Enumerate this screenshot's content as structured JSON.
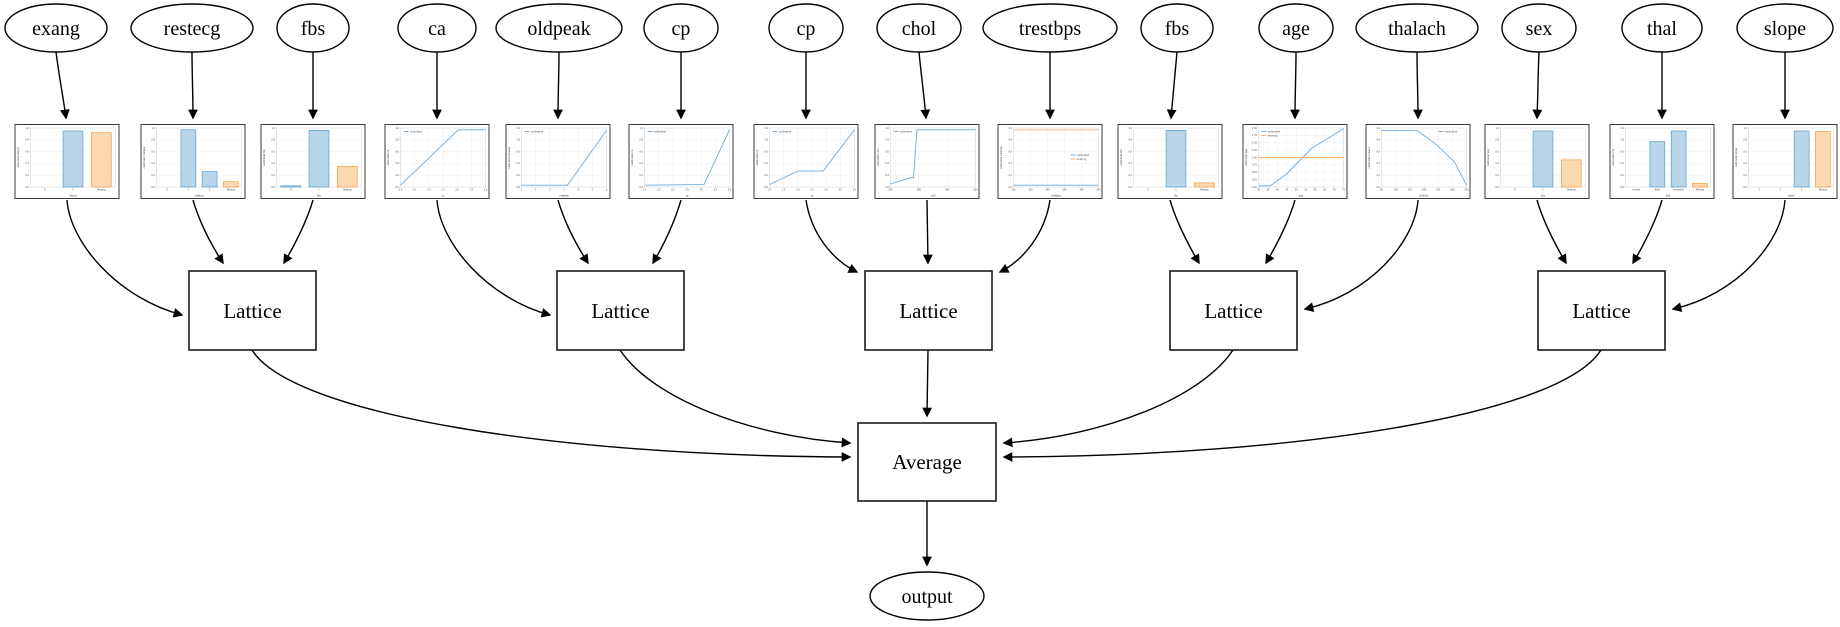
{
  "graph": {
    "lattice_label": "Lattice",
    "average_label": "Average",
    "output_label": "output"
  },
  "features": [
    "exang",
    "restecg",
    "fbs",
    "ca",
    "oldpeak",
    "cp",
    "cp",
    "chol",
    "trestbps",
    "fbs",
    "age",
    "thalach",
    "sex",
    "thal",
    "slope"
  ],
  "legend_labels": {
    "calibrated": "calibrated",
    "missing": "missing"
  },
  "colors": {
    "calibrated_line": "#6fa8d6",
    "missing_line": "#fdae6b",
    "bar_blue_fill": "#b9d5ea",
    "bar_blue_edge": "#559cd0",
    "bar_orange_fill": "#fcd8b0",
    "bar_orange_edge": "#f09c42",
    "edge": "#000000",
    "grid": "#e3e8ee",
    "spine": "#c0c6cc",
    "tick_text": "#444444"
  },
  "chart_data": [
    {
      "type": "bar",
      "feature": "exang",
      "xlabel": "exang",
      "ylabel": "calibrated exang",
      "categories": [
        "0",
        "1",
        "Missing"
      ],
      "yticks": [
        "0.0",
        "0.2",
        "0.4",
        "0.6",
        "0.8",
        "1.0"
      ],
      "bars": [
        {
          "category": "1",
          "series": "calibrated",
          "value": 0.95
        },
        {
          "category": "Missing",
          "series": "missing",
          "value": 0.92
        }
      ],
      "legend": null
    },
    {
      "type": "bar",
      "feature": "restecg",
      "xlabel": "restecg",
      "ylabel": "calibrated restecg",
      "categories": [
        "0",
        "1",
        "2",
        "Missing"
      ],
      "yticks": [
        "0.0",
        "0.2",
        "0.4",
        "0.6",
        "0.8",
        "1.0"
      ],
      "bars": [
        {
          "category": "1",
          "series": "calibrated",
          "value": 0.97
        },
        {
          "category": "2",
          "series": "calibrated",
          "value": 0.26
        },
        {
          "category": "Missing",
          "series": "missing",
          "value": 0.09
        }
      ],
      "legend": null
    },
    {
      "type": "bar",
      "feature": "fbs",
      "xlabel": "fbs",
      "ylabel": "calibrated fbs",
      "categories": [
        "0",
        "1",
        "Missing"
      ],
      "yticks": [
        "0.0",
        "0.2",
        "0.4",
        "0.6",
        "0.8",
        "1.0"
      ],
      "bars": [
        {
          "category": "0",
          "series": "calibrated",
          "value": 0.02
        },
        {
          "category": "1",
          "series": "calibrated",
          "value": 0.96
        },
        {
          "category": "Missing",
          "series": "missing",
          "value": 0.35
        }
      ],
      "legend": null
    },
    {
      "type": "line",
      "feature": "ca",
      "xlabel": "ca",
      "ylabel": "calibrated ca",
      "xticks": [
        "0.0",
        "0.5",
        "1.0",
        "1.5",
        "2.0",
        "2.5",
        "3.0"
      ],
      "yticks": [
        "0.0",
        "0.2",
        "0.4",
        "0.6",
        "0.8",
        "1.0"
      ],
      "series": [
        {
          "name": "calibrated",
          "points": [
            [
              0,
              0.03
            ],
            [
              0.68,
              0.97
            ],
            [
              1,
              0.97
            ]
          ]
        }
      ],
      "legend": {
        "position": "nw",
        "entries": [
          "calibrated"
        ]
      }
    },
    {
      "type": "line",
      "feature": "oldpeak",
      "xlabel": "oldpeak",
      "ylabel": "calibrated oldpeak",
      "xticks": [
        "0",
        "1",
        "2",
        "3",
        "4",
        "5",
        "6"
      ],
      "yticks": [
        "0.0",
        "0.2",
        "0.4",
        "0.6",
        "0.8",
        "1.0"
      ],
      "series": [
        {
          "name": "calibrated",
          "points": [
            [
              0,
              0.03
            ],
            [
              0.54,
              0.03
            ],
            [
              1,
              0.96
            ]
          ]
        }
      ],
      "legend": {
        "position": "nw",
        "entries": [
          "calibrated"
        ]
      }
    },
    {
      "type": "line",
      "feature": "cp",
      "xlabel": "cp",
      "ylabel": "calibrated cp",
      "xticks": [
        "1.0",
        "1.5",
        "2.0",
        "2.5",
        "3.0",
        "3.5",
        "4.0"
      ],
      "yticks": [
        "0.0",
        "0.2",
        "0.4",
        "0.6",
        "0.8",
        "1.0"
      ],
      "series": [
        {
          "name": "calibrated",
          "points": [
            [
              0,
              0.03
            ],
            [
              0.7,
              0.04
            ],
            [
              1,
              0.97
            ]
          ]
        }
      ],
      "legend": {
        "position": "nw",
        "entries": [
          "calibrated"
        ]
      }
    },
    {
      "type": "line",
      "feature": "cp",
      "xlabel": "cp",
      "ylabel": "calibrated cp",
      "xticks": [
        "1.0",
        "1.5",
        "2.0",
        "2.5",
        "3.0",
        "3.5",
        "4.0"
      ],
      "yticks": [
        "0.0",
        "0.2",
        "0.4",
        "0.6",
        "0.8",
        "1.0"
      ],
      "series": [
        {
          "name": "calibrated",
          "points": [
            [
              0,
              0.04
            ],
            [
              0.33,
              0.27
            ],
            [
              0.63,
              0.27
            ],
            [
              1,
              0.97
            ]
          ]
        }
      ],
      "legend": {
        "position": "nw",
        "entries": [
          "calibrated"
        ]
      }
    },
    {
      "type": "line",
      "feature": "chol",
      "xlabel": "chol",
      "ylabel": "calibrated chol",
      "xticks": [
        "200",
        "300",
        "400",
        "500"
      ],
      "yticks": [
        "0.0",
        "0.2",
        "0.4",
        "0.6",
        "0.8",
        "1.0"
      ],
      "series": [
        {
          "name": "calibrated",
          "points": [
            [
              0,
              0.05
            ],
            [
              0.22,
              0.15
            ],
            [
              0.27,
              0.16
            ],
            [
              0.31,
              0.97
            ],
            [
              1,
              0.97
            ]
          ]
        }
      ],
      "legend": {
        "position": "nw",
        "entries": [
          "calibrated"
        ]
      }
    },
    {
      "type": "line",
      "feature": "trestbps",
      "xlabel": "trestbps",
      "ylabel": "calibrated trestbps",
      "xticks": [
        "100",
        "120",
        "140",
        "160",
        "180",
        "200"
      ],
      "yticks": [
        "0.0",
        "0.2",
        "0.4",
        "0.6",
        "0.8",
        "1.0"
      ],
      "series": [
        {
          "name": "calibrated",
          "points": [
            [
              0,
              0.03
            ],
            [
              1,
              0.03
            ]
          ]
        },
        {
          "name": "missing",
          "points": [
            [
              0,
              0.97
            ],
            [
              1,
              0.97
            ]
          ]
        }
      ],
      "legend": {
        "position": "e",
        "entries": [
          "calibrated",
          "missing"
        ]
      }
    },
    {
      "type": "bar",
      "feature": "fbs",
      "xlabel": "fbs",
      "ylabel": "calibrated fbs",
      "categories": [
        "0",
        "1",
        "Missing"
      ],
      "yticks": [
        "0.0",
        "0.2",
        "0.4",
        "0.6",
        "0.8",
        "1.0"
      ],
      "bars": [
        {
          "category": "1",
          "series": "calibrated",
          "value": 0.96
        },
        {
          "category": "Missing",
          "series": "missing",
          "value": 0.07
        }
      ],
      "legend": null
    },
    {
      "type": "line",
      "feature": "age",
      "xlabel": "age",
      "ylabel": "calibrated age",
      "xticks": [
        "30",
        "35",
        "40",
        "45",
        "50",
        "55",
        "60",
        "65",
        "70",
        "75"
      ],
      "yticks": [
        "0.00",
        "0.25",
        "0.50",
        "0.75",
        "1.00",
        "1.25",
        "1.50",
        "1.75",
        "2.00"
      ],
      "series": [
        {
          "name": "calibrated",
          "points": [
            [
              0,
              0.02
            ],
            [
              0.14,
              0.02
            ],
            [
              0.33,
              0.22
            ],
            [
              0.52,
              0.5
            ],
            [
              0.63,
              0.66
            ],
            [
              1,
              0.99
            ]
          ]
        },
        {
          "name": "missing",
          "points": [
            [
              0,
              0.5
            ],
            [
              1,
              0.5
            ]
          ]
        }
      ],
      "legend": {
        "position": "nw",
        "entries": [
          "calibrated",
          "missing"
        ]
      }
    },
    {
      "type": "line",
      "feature": "thalach",
      "xlabel": "thalach",
      "ylabel": "calibrated thalach",
      "xticks": [
        "80",
        "100",
        "120",
        "140",
        "160",
        "180",
        "200"
      ],
      "yticks": [
        "0.0",
        "0.2",
        "0.4",
        "0.6",
        "0.8",
        "1.0"
      ],
      "series": [
        {
          "name": "calibrated",
          "points": [
            [
              0,
              0.96
            ],
            [
              0.42,
              0.96
            ],
            [
              0.66,
              0.7
            ],
            [
              0.86,
              0.42
            ],
            [
              1,
              0.03
            ]
          ]
        }
      ],
      "legend": {
        "position": "ne",
        "entries": [
          "calibrated"
        ]
      }
    },
    {
      "type": "bar",
      "feature": "sex",
      "xlabel": "sex",
      "ylabel": "calibrated sex",
      "categories": [
        "0",
        "1",
        "Missing"
      ],
      "yticks": [
        "0.0",
        "0.2",
        "0.4",
        "0.6",
        "0.8",
        "1.0"
      ],
      "bars": [
        {
          "category": "1",
          "series": "calibrated",
          "value": 0.95
        },
        {
          "category": "Missing",
          "series": "missing",
          "value": 0.46
        }
      ],
      "legend": null
    },
    {
      "type": "bar",
      "feature": "thal",
      "xlabel": "thal",
      "ylabel": "calibrated thal",
      "categories": [
        "normal",
        "fixed",
        "reversible",
        "Missing"
      ],
      "yticks": [
        "0.0",
        "0.2",
        "0.4",
        "0.6",
        "0.8",
        "1.0"
      ],
      "bars": [
        {
          "category": "fixed",
          "series": "calibrated",
          "value": 0.77
        },
        {
          "category": "reversible",
          "series": "calibrated",
          "value": 0.95
        },
        {
          "category": "Missing",
          "series": "missing",
          "value": 0.06
        }
      ],
      "legend": null
    },
    {
      "type": "bar",
      "feature": "slope",
      "xlabel": "slope",
      "ylabel": "calibrated slope",
      "categories": [
        "1",
        "2",
        "3",
        "Missing"
      ],
      "yticks": [
        "0.0",
        "0.2",
        "0.4",
        "0.6",
        "0.8",
        "1.0"
      ],
      "bars": [
        {
          "category": "3",
          "series": "calibrated",
          "value": 0.95
        },
        {
          "category": "Missing",
          "series": "missing",
          "value": 0.94
        }
      ],
      "legend": null
    }
  ]
}
